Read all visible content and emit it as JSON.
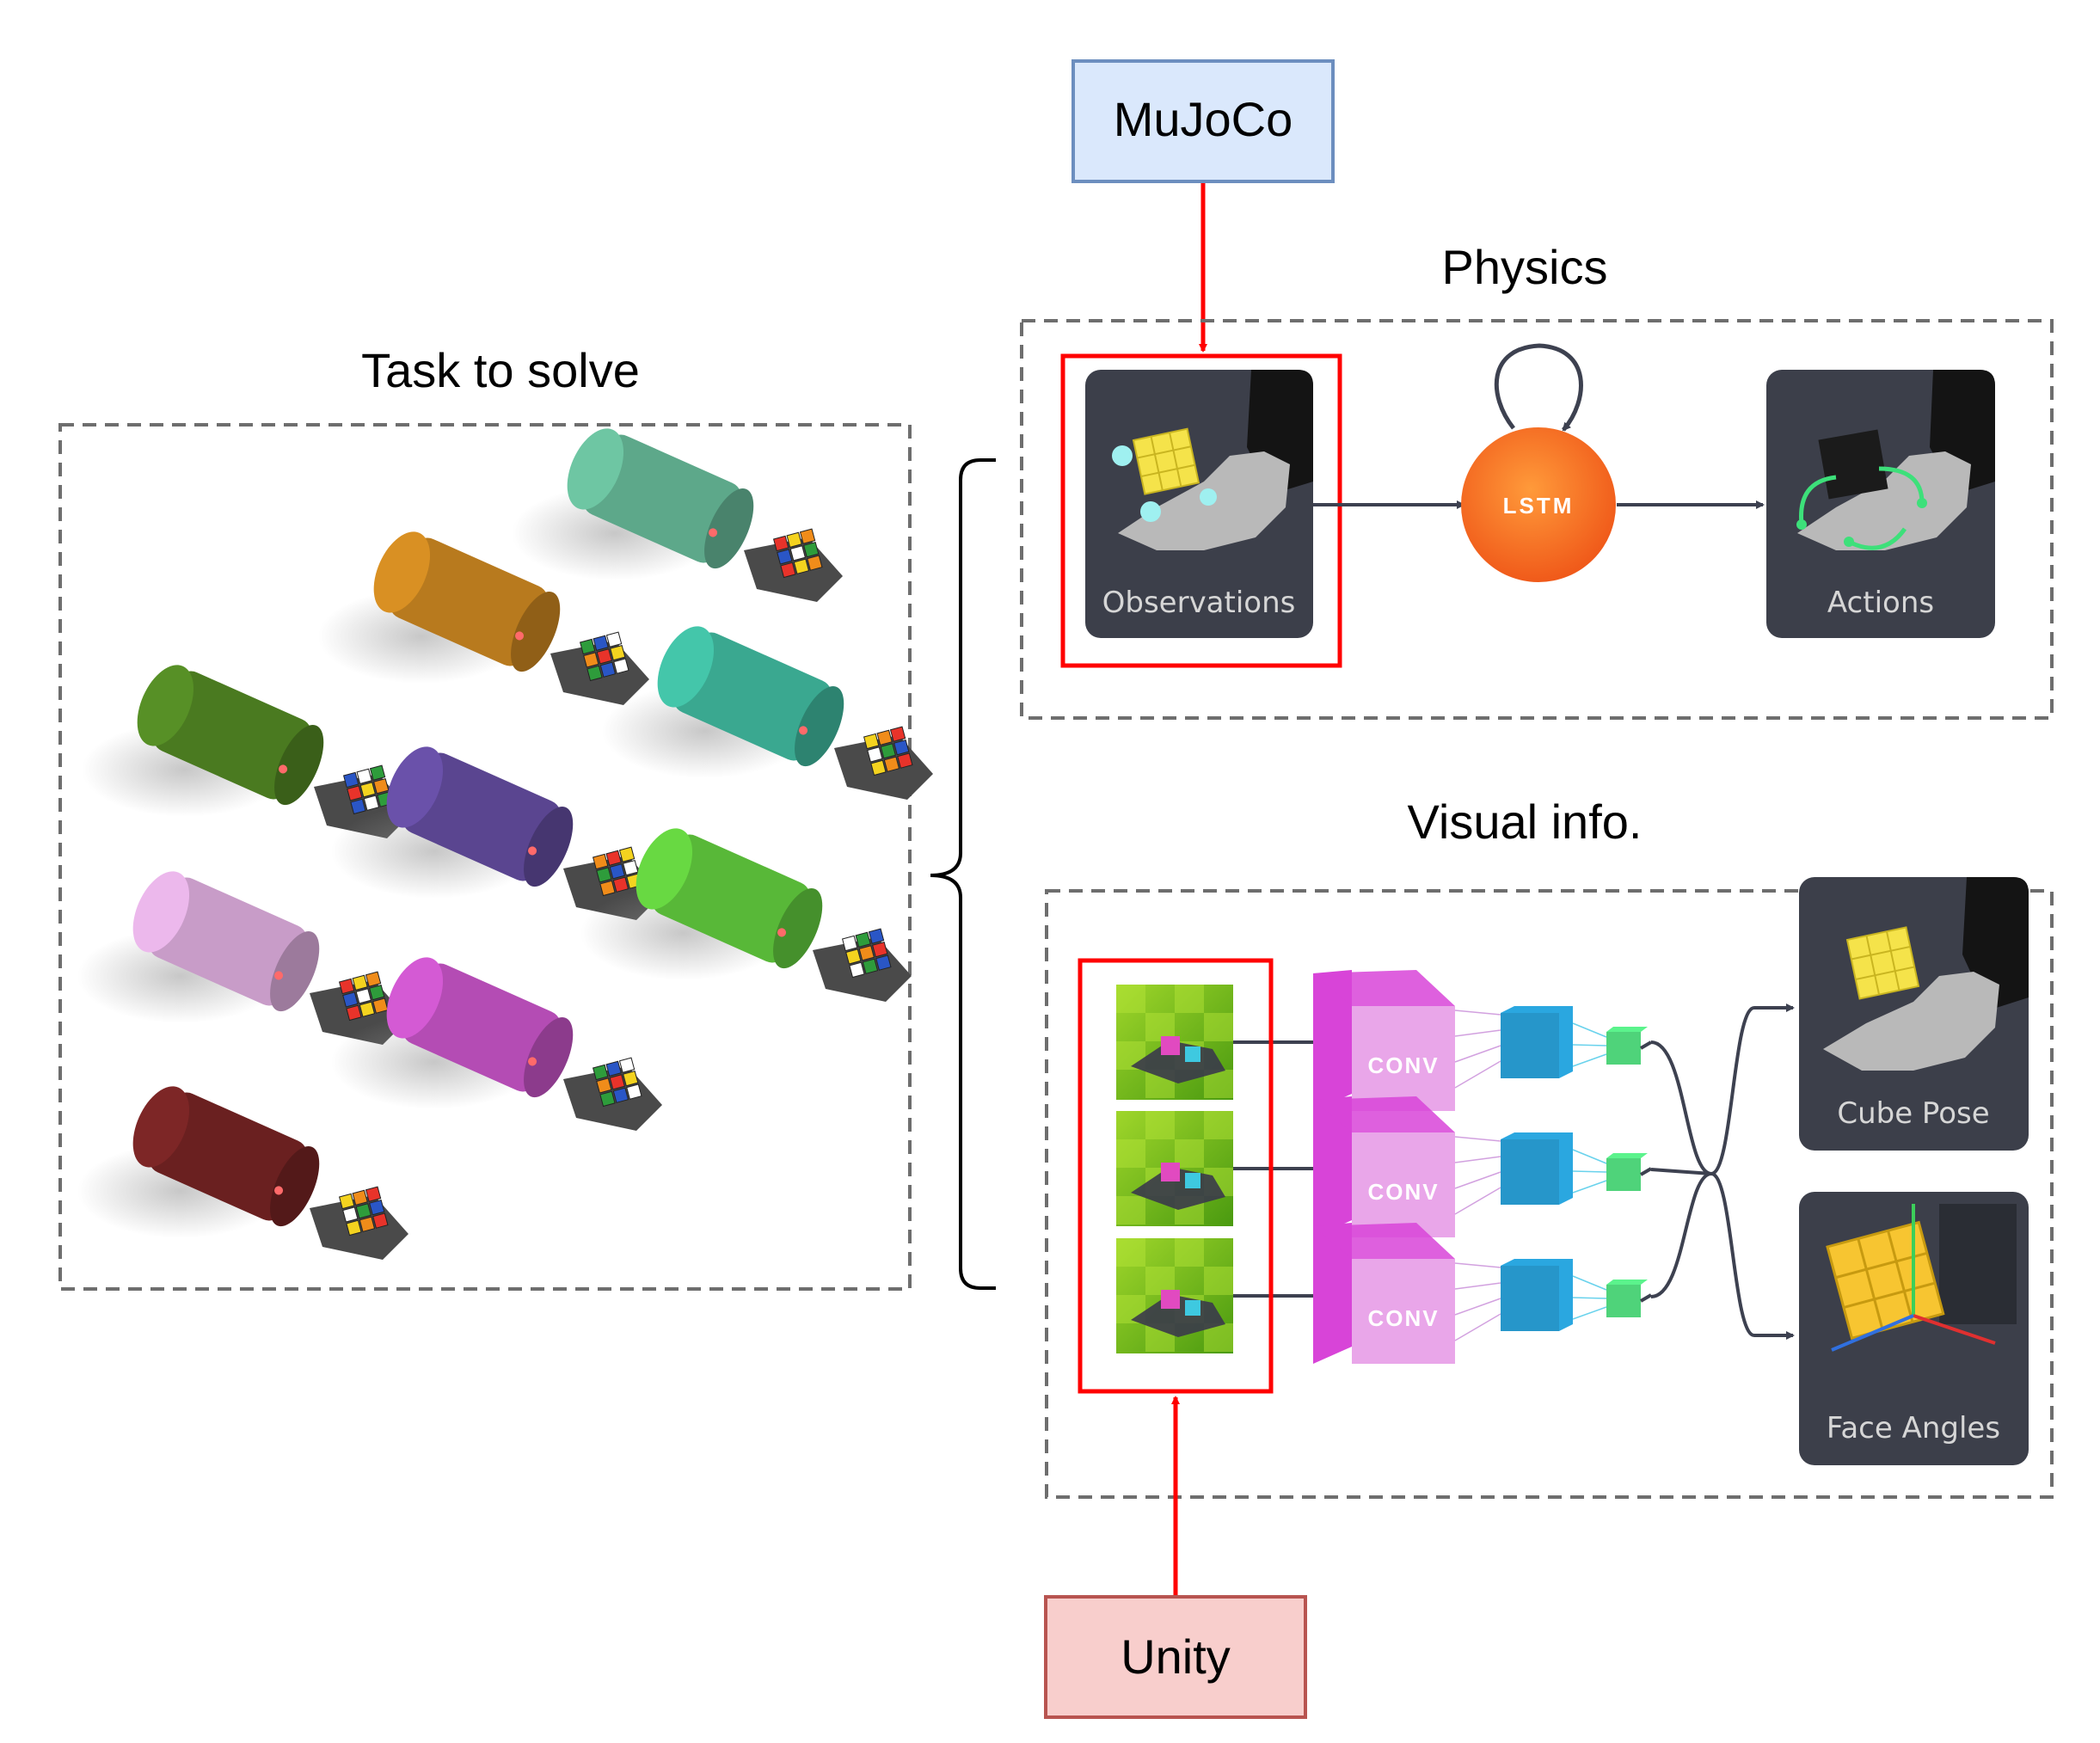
{
  "sources": {
    "mujoco": {
      "label": "MuJoCo",
      "fill": "#dae8fc",
      "stroke": "#6c8ebf"
    },
    "unity": {
      "label": "Unity",
      "fill": "#f8cecc",
      "stroke": "#b85450"
    }
  },
  "sections": {
    "task": {
      "title": "Task to solve"
    },
    "physics": {
      "title": "Physics"
    },
    "visual": {
      "title": "Visual info."
    }
  },
  "physics": {
    "observations_label": "Observations",
    "lstm_label": "LSTM",
    "actions_label": "Actions"
  },
  "visual": {
    "conv_labels": [
      "CONV",
      "CONV",
      "CONV"
    ],
    "cube_pose_label": "Cube Pose",
    "face_angles_label": "Face Angles"
  },
  "colors": {
    "highlight_red": "#ff0000",
    "dashed_gray": "#6e6e6e",
    "card_dark": "#3c3f4a",
    "lstm_orange": "#f36d21",
    "conv_magenta": "#d844d8",
    "conv_light": "#e9a6e9",
    "fc_blue": "#2aa7e0",
    "fc_green": "#4fd37a",
    "arrow_gray": "#3d4150"
  },
  "robots": [
    {
      "color": "#5da88a"
    },
    {
      "color": "#b87a1e"
    },
    {
      "color": "#3aa890"
    },
    {
      "color": "#4a7a20"
    },
    {
      "color": "#5a4590"
    },
    {
      "color": "#58b838"
    },
    {
      "color": "#c89cc8"
    },
    {
      "color": "#b44cb4"
    },
    {
      "color": "#6a2020"
    }
  ]
}
